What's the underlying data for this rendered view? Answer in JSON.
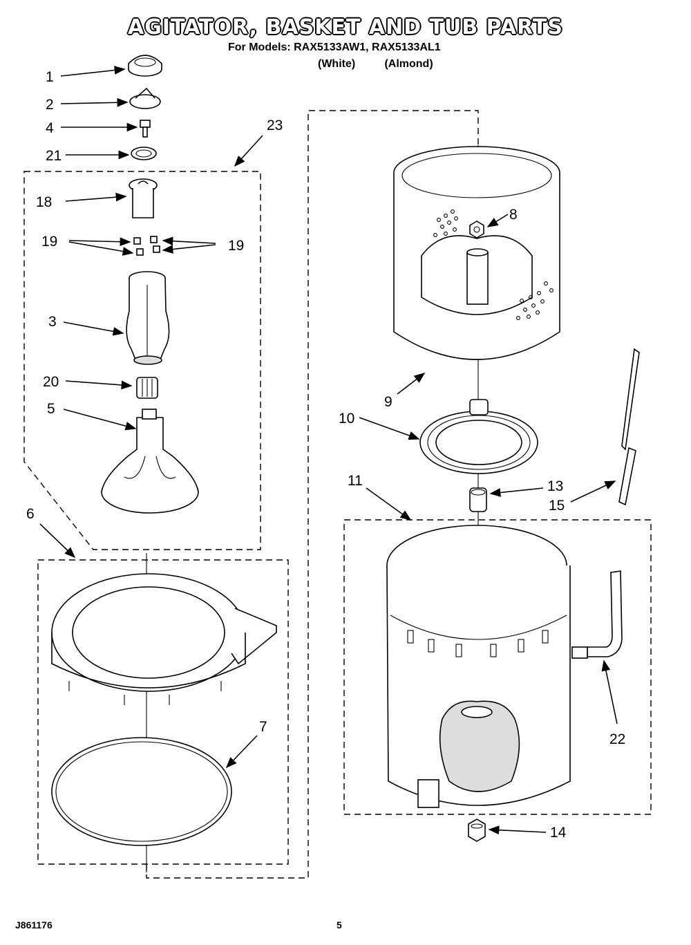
{
  "header": {
    "title": "AGITATOR, BASKET AND TUB PARTS",
    "subtitle": "For Models: RAX5133AW1, RAX5133AL1",
    "variant_white": "(White)",
    "variant_almond": "(Almond)"
  },
  "footer": {
    "doc_code": "J861176",
    "page_number": "5"
  },
  "callouts": {
    "c1": "1",
    "c2": "2",
    "c4": "4",
    "c21": "21",
    "c23": "23",
    "c18": "18",
    "c19a": "19",
    "c19b": "19",
    "c3": "3",
    "c20": "20",
    "c5": "5",
    "c6": "6",
    "c7": "7",
    "c8": "8",
    "c9": "9",
    "c10": "10",
    "c11": "11",
    "c13": "13",
    "c15": "15",
    "c22": "22",
    "c14": "14"
  },
  "icons": [
    "agitator-cap-icon",
    "cam-icon",
    "bolt-icon",
    "seal-ring-icon",
    "cap-icon",
    "dog-icon",
    "agitator-icon",
    "clutch-icon",
    "auger-icon",
    "basket-icon",
    "nut-icon",
    "hub-icon",
    "ring-icon",
    "gasket-icon",
    "tub-icon",
    "hose-icon"
  ]
}
